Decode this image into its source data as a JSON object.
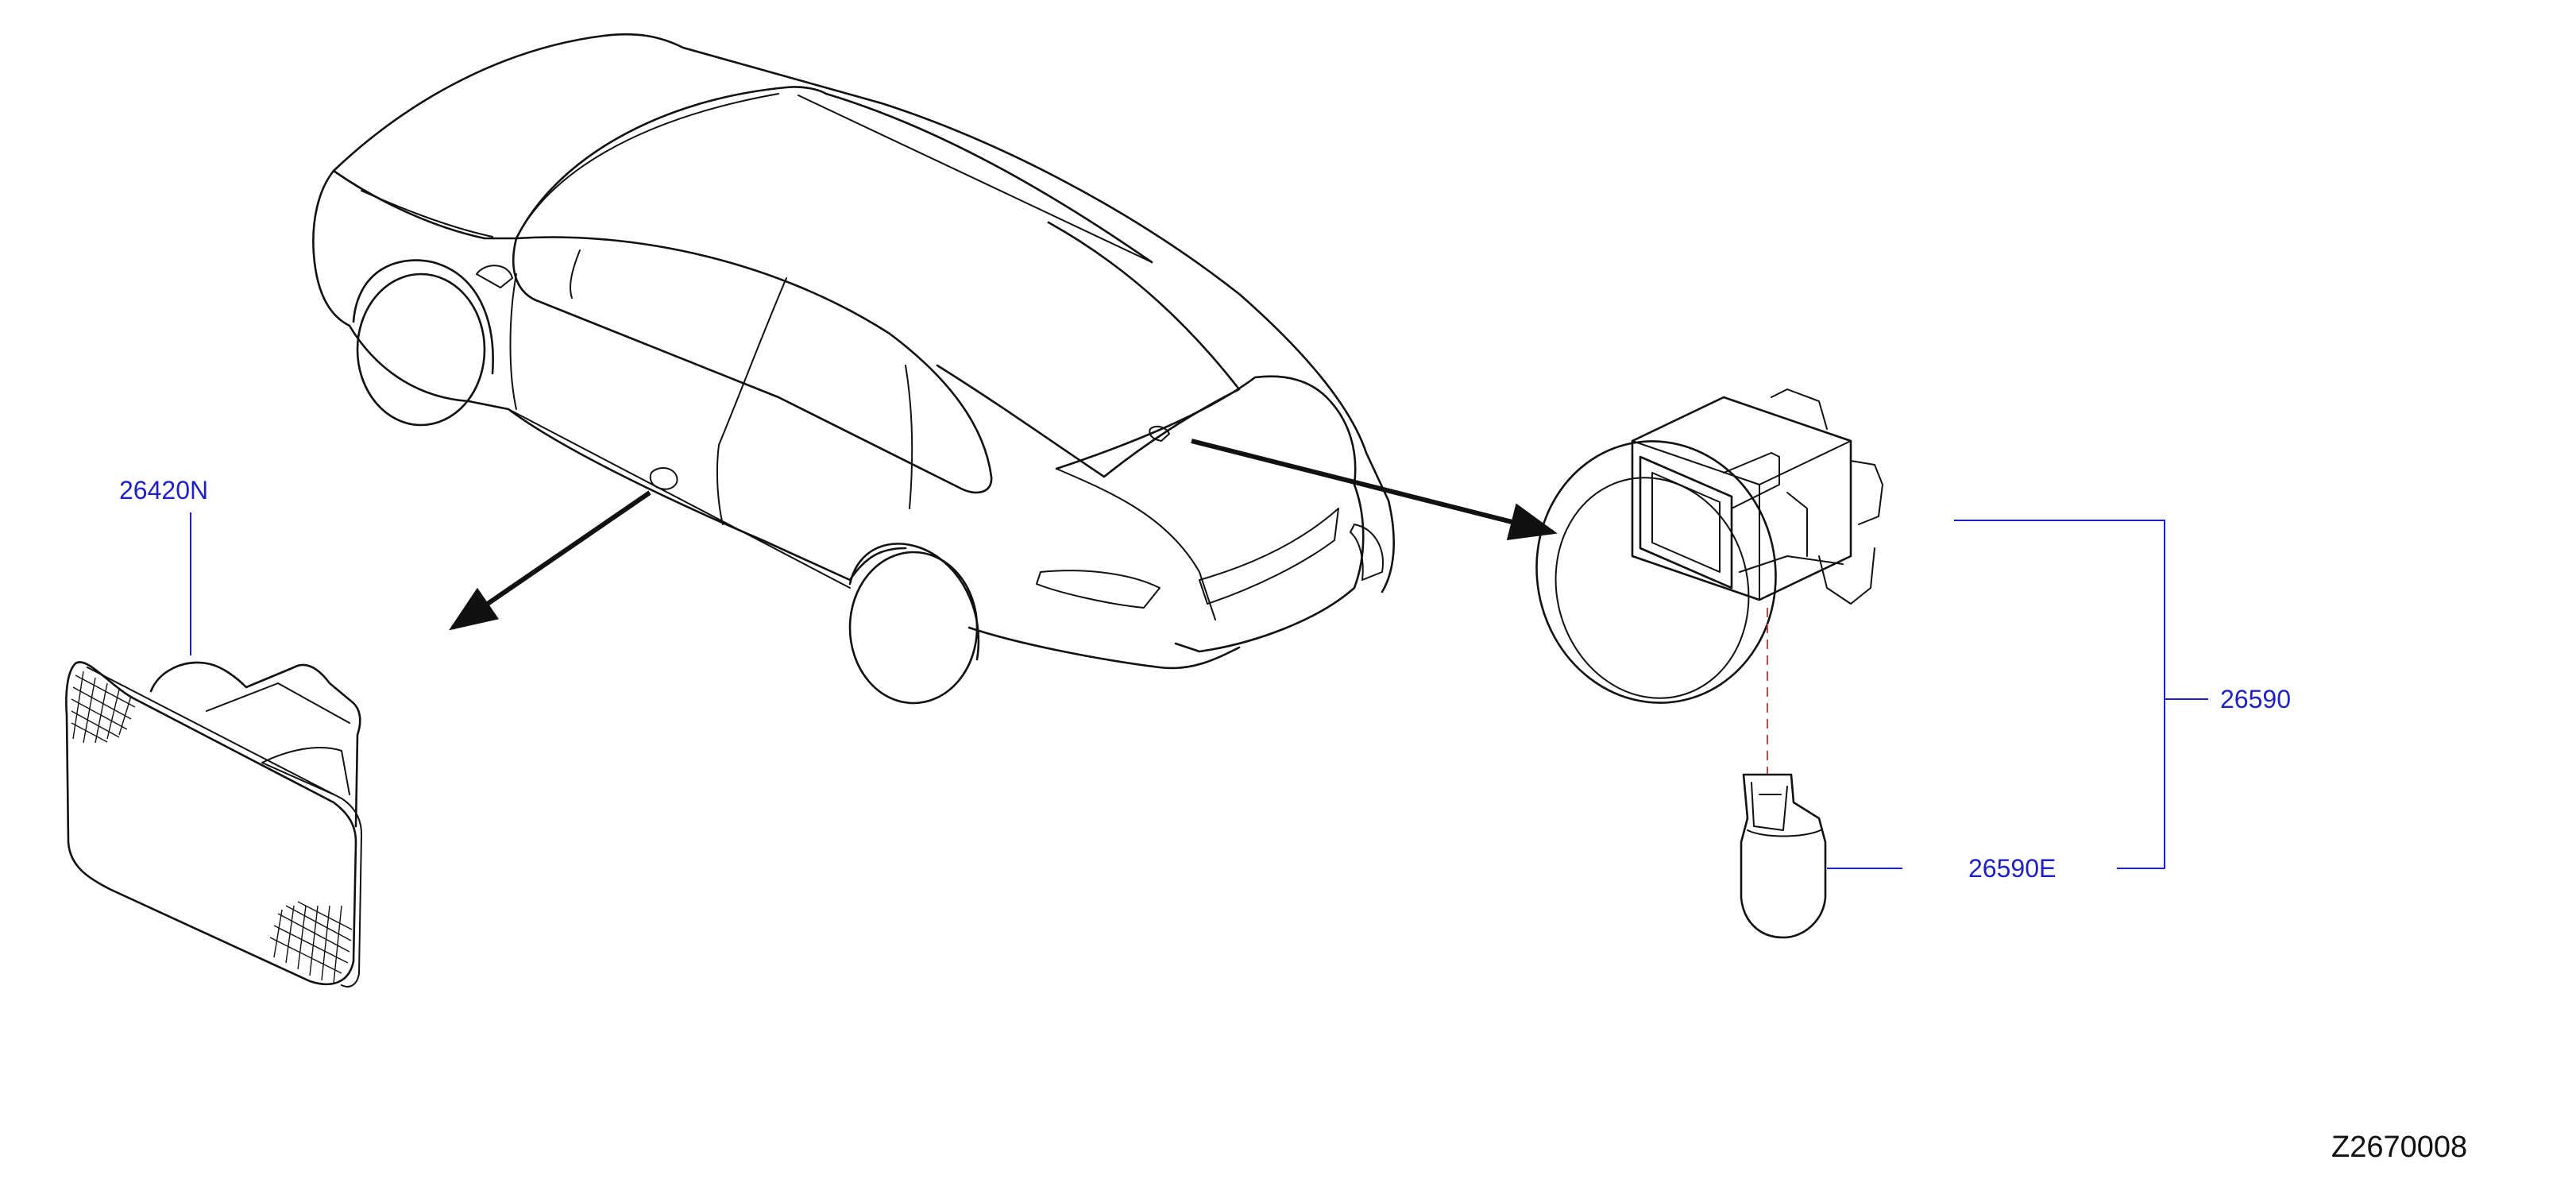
{
  "callouts": {
    "lamp_part": "26420N",
    "socket_part": "26590",
    "bulb_part": "26590E"
  },
  "diagram_code": "Z2670008",
  "colors": {
    "callout_text": "#1f1fc8",
    "leader_line": "#1f1fc8",
    "drawing": "#111111",
    "dashed_guide": "#d94040",
    "background": "#ffffff"
  }
}
